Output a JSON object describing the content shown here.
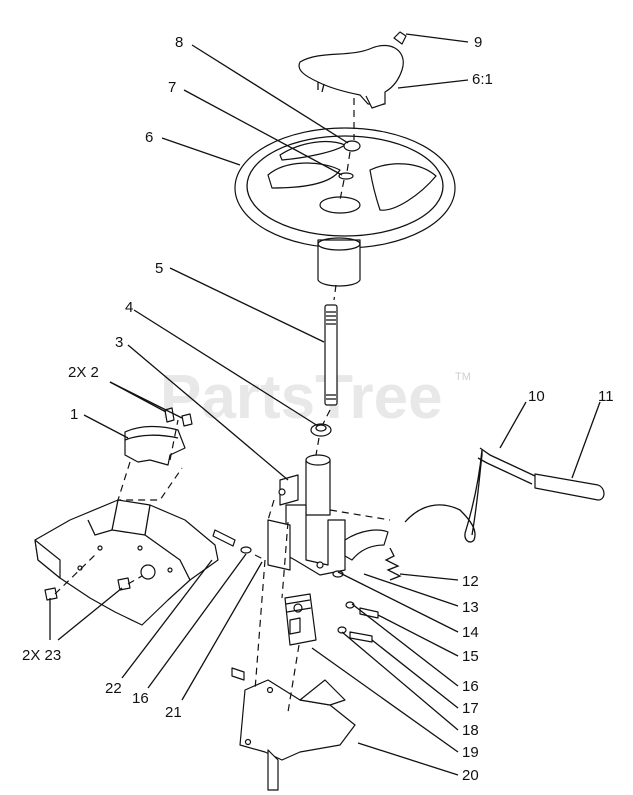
{
  "watermark": {
    "text": "PartsTree",
    "mark": "TM"
  },
  "callouts": [
    {
      "id": "c9",
      "text": "9"
    },
    {
      "id": "c8",
      "text": "8"
    },
    {
      "id": "c6-1",
      "text": "6:1"
    },
    {
      "id": "c7",
      "text": "7"
    },
    {
      "id": "c6",
      "text": "6"
    },
    {
      "id": "c5",
      "text": "5"
    },
    {
      "id": "c4",
      "text": "4"
    },
    {
      "id": "c3",
      "text": "3"
    },
    {
      "id": "c2x2",
      "text": "2X 2"
    },
    {
      "id": "c1",
      "text": "1"
    },
    {
      "id": "c10",
      "text": "10"
    },
    {
      "id": "c11",
      "text": "11"
    },
    {
      "id": "c12",
      "text": "12"
    },
    {
      "id": "c13",
      "text": "13"
    },
    {
      "id": "c14",
      "text": "14"
    },
    {
      "id": "c15",
      "text": "15"
    },
    {
      "id": "c16a",
      "text": "16"
    },
    {
      "id": "c17",
      "text": "17"
    },
    {
      "id": "c18",
      "text": "18"
    },
    {
      "id": "c19",
      "text": "19"
    },
    {
      "id": "c20",
      "text": "20"
    },
    {
      "id": "c2x23",
      "text": "2X 23"
    },
    {
      "id": "c22",
      "text": "22"
    },
    {
      "id": "c16b",
      "text": "16"
    },
    {
      "id": "c21",
      "text": "21"
    }
  ]
}
